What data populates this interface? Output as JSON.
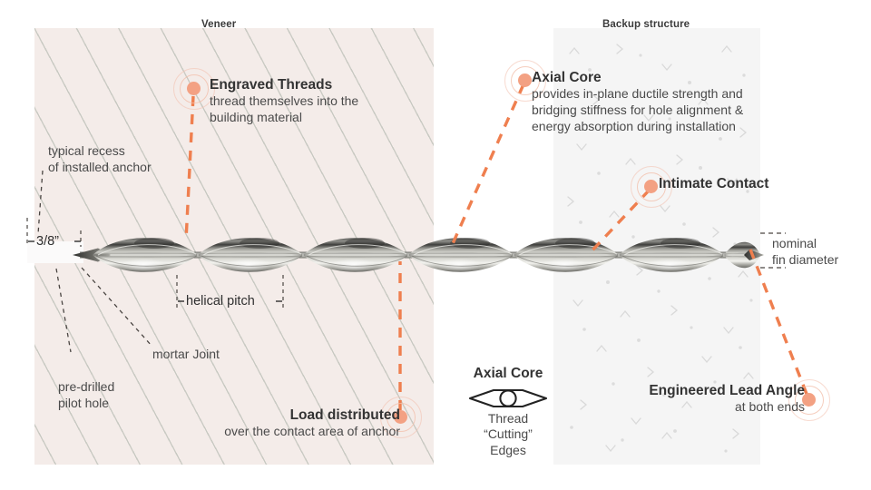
{
  "panels": {
    "veneer": {
      "caption": "Veneer",
      "color": "#f4ece9"
    },
    "backup": {
      "caption": "Backup structure",
      "color": "#f5f5f5"
    }
  },
  "accent": {
    "hotspot_dot": "#f3a183",
    "hotspot_ring": "#f3c0ad",
    "leader": "#ef7f4f"
  },
  "callouts": [
    {
      "id": "engraved-threads",
      "title": "Engraved Threads",
      "body": "thread themselves into the\nbuilding material"
    },
    {
      "id": "axial-core",
      "title": "Axial Core",
      "body": "provides in-plane ductile strength and\nbridging stiffness for hole alignment &\nenergy absorption during installation"
    },
    {
      "id": "intimate-contact",
      "title": "Intimate Contact",
      "body": ""
    },
    {
      "id": "load-distributed",
      "title": "Load distributed",
      "body": "over the contact area of anchor"
    },
    {
      "id": "engineered-lead-angle",
      "title": "Engineered Lead Angle",
      "body": "at both ends"
    }
  ],
  "annotations": {
    "typical_recess": "typical recess\nof installed anchor",
    "recess_dimension": "3/8”",
    "helical_pitch": "helical pitch",
    "mortar_joint": "mortar Joint",
    "pilot_hole": "pre-drilled\npilot hole",
    "nominal_fin_diameter": "nominal\nfin diameter"
  },
  "legend": {
    "title": "Axial Core",
    "icon": "lens-cross-section-icon",
    "subtitle": "Thread\n“Cutting”\nEdges"
  }
}
